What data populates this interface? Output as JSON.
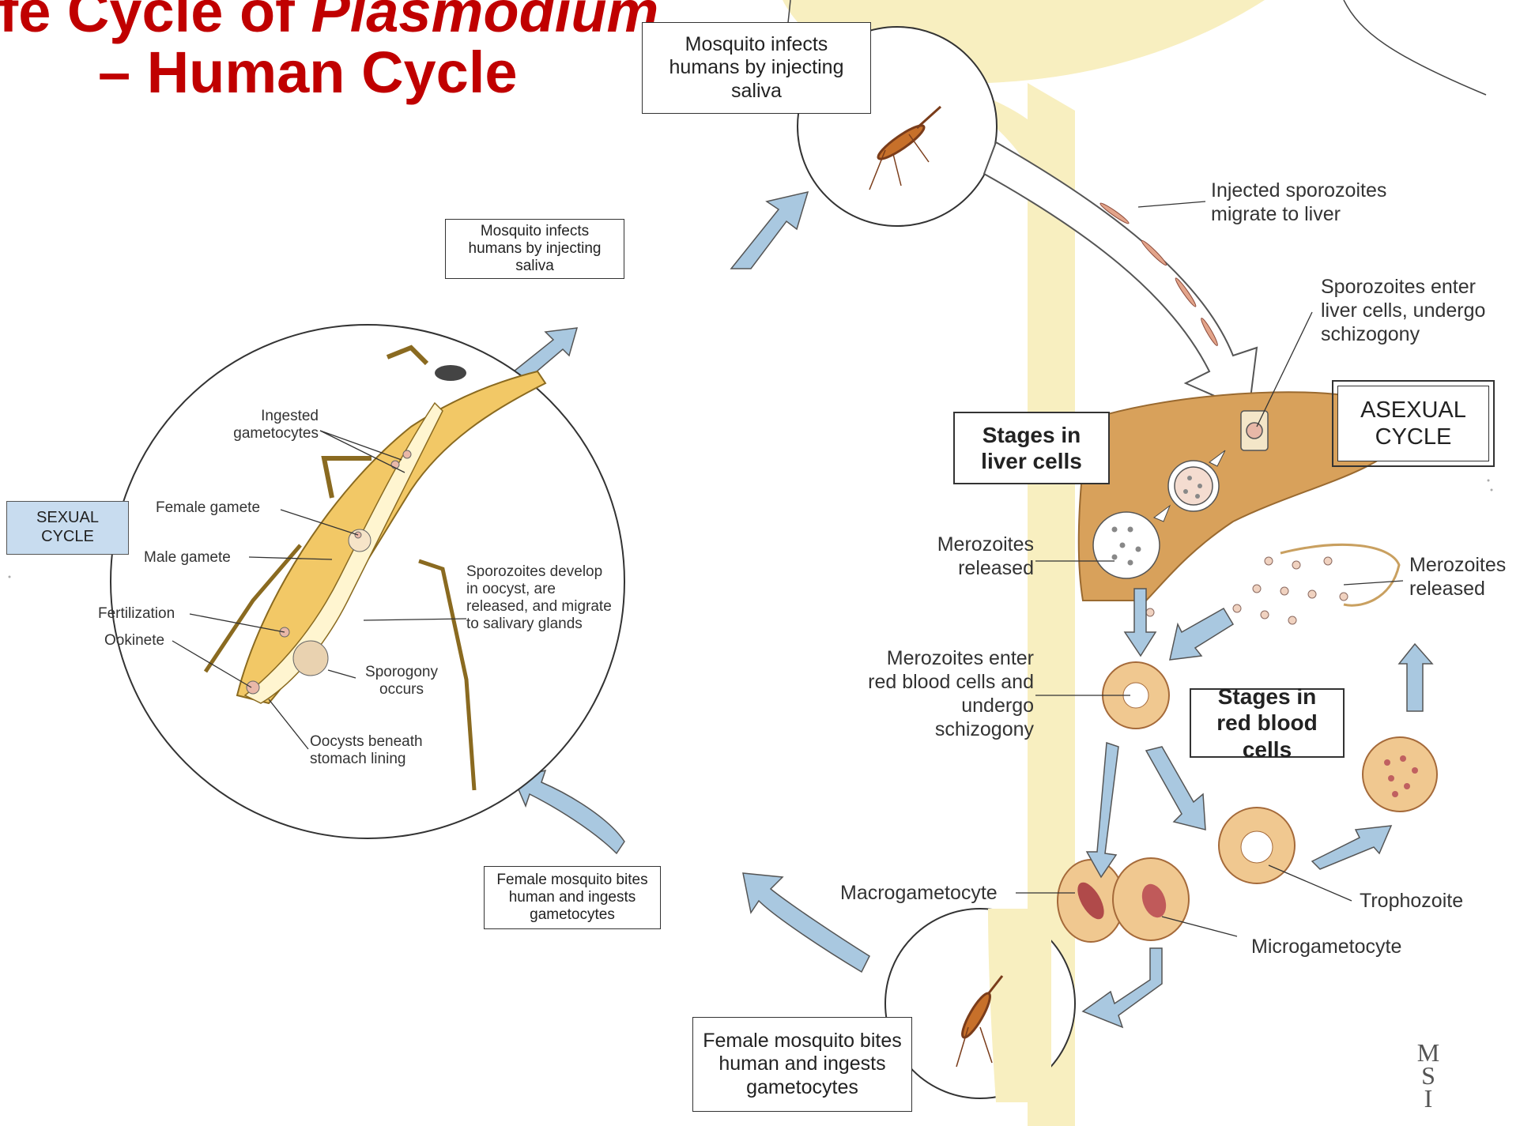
{
  "title": {
    "line1_prefix": "ife Cycle of ",
    "line1_italic": "Plasmodium",
    "line2": "– Human Cycle"
  },
  "boxes": {
    "mosquito_infects_top": "Mosquito infects humans by injecting saliva",
    "mosquito_infects_left": "Mosquito infects humans by injecting saliva",
    "female_bites_left": "Female mosquito bites human and ingests gametocytes",
    "female_bites_bottom": "Female mosquito bites human and ingests gametocytes",
    "stages_liver": "Stages in liver cells",
    "asexual_cycle": "ASEXUAL CYCLE",
    "stages_rbc": "Stages in red blood cells",
    "sexual_cycle": "SEXUAL CYCLE"
  },
  "human_labels": {
    "injected": "Injected sporozoites migrate to liver",
    "enter_liver": "Sporozoites enter liver cells, undergo schizogony",
    "merozoites_released_left": "Merozoites released",
    "merozoites_released_right": "Merozoites released",
    "merozoites_enter": "Merozoites enter red blood cells and undergo schizogony",
    "macrogametocyte": "Macrogametocyte",
    "microgametocyte": "Microgametocyte",
    "trophozoite": "Trophozoite"
  },
  "mosquito_labels": {
    "ingested": "Ingested gametocytes",
    "female_gamete": "Female gamete",
    "male_gamete": "Male gamete",
    "fertilization": "Fertilization",
    "ookinete": "Ookinete",
    "sporozoites_develop": "Sporozoites develop in oocyst, are released, and migrate to salivary glands",
    "sporogony": "Sporogony occurs",
    "oocysts": "Oocysts beneath stomach lining"
  },
  "signature": "MSI",
  "colors": {
    "title_red": "#c00000",
    "arrow_blue": "#a9c8e0",
    "skin": "#f8efc0",
    "liver": "#d8a15b",
    "mosquito_body": "#f2c866",
    "cell": "#f0c890"
  }
}
